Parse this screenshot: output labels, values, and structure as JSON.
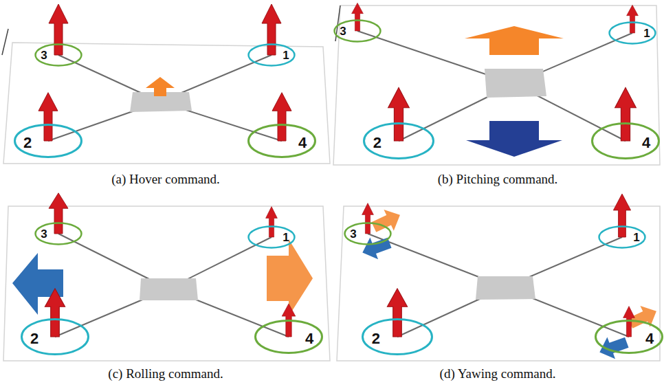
{
  "diagram": {
    "nodes": [
      {
        "text": [
          "3"
        ]
      },
      {
        "text": [
          "1"
        ]
      },
      {
        "text": [
          "2"
        ]
      },
      {
        "text": [
          "4"
        ]
      },
      {
        "text": [
          "3"
        ]
      },
      {
        "text": [
          "1"
        ]
      },
      {
        "text": [
          "2"
        ]
      },
      {
        "text": [
          "4"
        ]
      },
      {
        "text": [
          "3"
        ]
      },
      {
        "text": [
          "1"
        ]
      },
      {
        "text": [
          "2"
        ]
      },
      {
        "text": [
          "4"
        ]
      },
      {
        "text": [
          "3"
        ]
      },
      {
        "text": [
          "1"
        ]
      },
      {
        "text": [
          "2"
        ]
      },
      {
        "text": [
          "4"
        ]
      }
    ],
    "labels": [
      "(a) Hover command.",
      "(b) Pitching command.",
      "(c) Rolling command.",
      "(d) Yawing command."
    ]
  }
}
